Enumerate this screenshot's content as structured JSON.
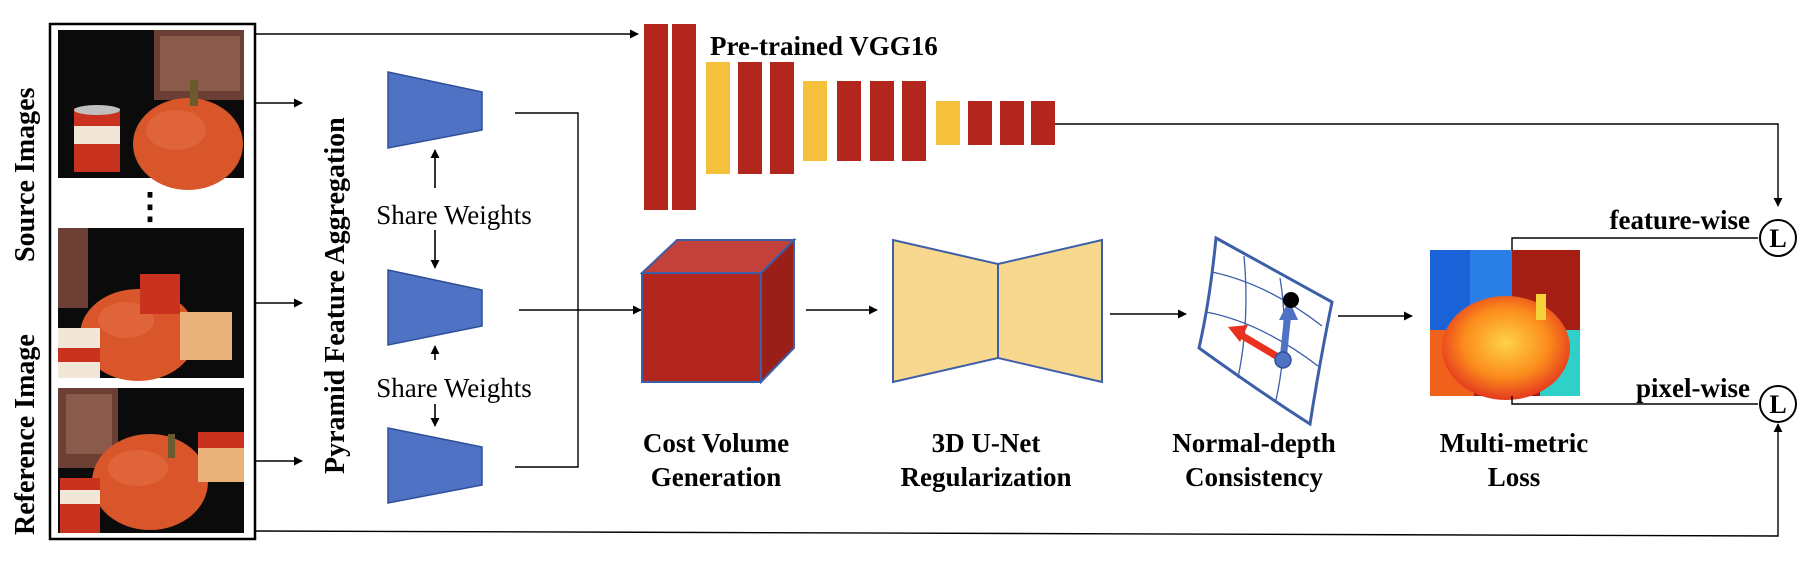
{
  "side_labels": {
    "source": "Source Images",
    "reference": "Reference Image"
  },
  "ellipsis": "⋮",
  "pyramid_label": "Pyramid Feature Aggregation",
  "share_weights_1": "Share Weights",
  "share_weights_2": "Share Weights",
  "vgg_label": "Pre-trained VGG16",
  "stages": {
    "cost_volume": [
      "Cost Volume",
      "Generation"
    ],
    "unet": [
      "3D U-Net",
      "Regularization"
    ],
    "normal_depth": [
      "Normal-depth",
      "Consistency"
    ],
    "loss": [
      "Multi-metric",
      "Loss"
    ]
  },
  "loss_labels": {
    "feature": "feature-wise",
    "pixel": "pixel-wise",
    "symbol": "L"
  },
  "colors": {
    "vgg_red": "#b3261e",
    "vgg_yellow": "#f5c03c",
    "encoder_blue": "#4f72c4",
    "cube_red": "#b3261e",
    "unet_fill": "#f8d88e",
    "unet_stroke": "#3d5fa8",
    "arrow_red": "#e8321f",
    "arrow_blue": "#4f72c4"
  },
  "icons": {
    "images": "photo-thumbnail-icon",
    "encoder": "trapezoid-encoder-icon",
    "cube": "cube-icon",
    "unet": "unet-icon",
    "surface": "normal-surface-icon",
    "depth": "depth-map-icon",
    "loss": "loss-circle-icon"
  }
}
